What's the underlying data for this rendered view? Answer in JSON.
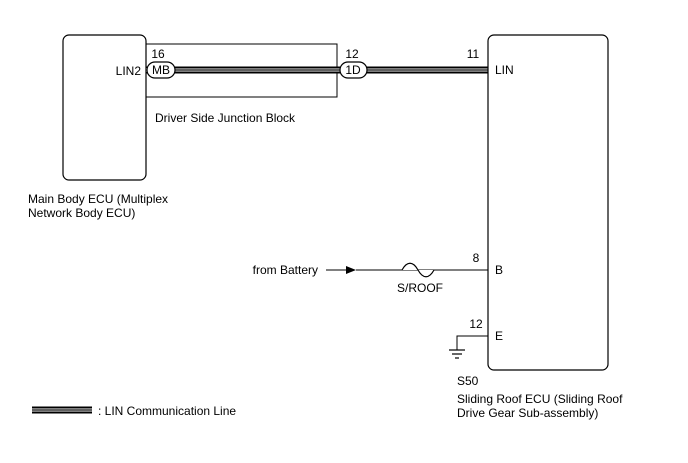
{
  "main_ecu": {
    "name_line1": "Main Body ECU (Multiplex",
    "name_line2": "Network Body ECU)",
    "terminal": "LIN2"
  },
  "junction_block": {
    "name": "Driver Side Junction Block",
    "in_pin": "16",
    "in_connector": "MB",
    "out_pin": "12",
    "out_connector": "1D"
  },
  "roof_ecu": {
    "code": "S50",
    "name_line1": "Sliding Roof ECU (Sliding Roof",
    "name_line2": "Drive Gear Sub-assembly)",
    "terminals": [
      {
        "pin": "11",
        "label": "LIN"
      },
      {
        "pin": "8",
        "label": "B"
      },
      {
        "pin": "12",
        "label": "E"
      }
    ]
  },
  "battery_label": "from Battery",
  "fuse_label": "S/ROOF",
  "legend_label": ": LIN Communication Line"
}
